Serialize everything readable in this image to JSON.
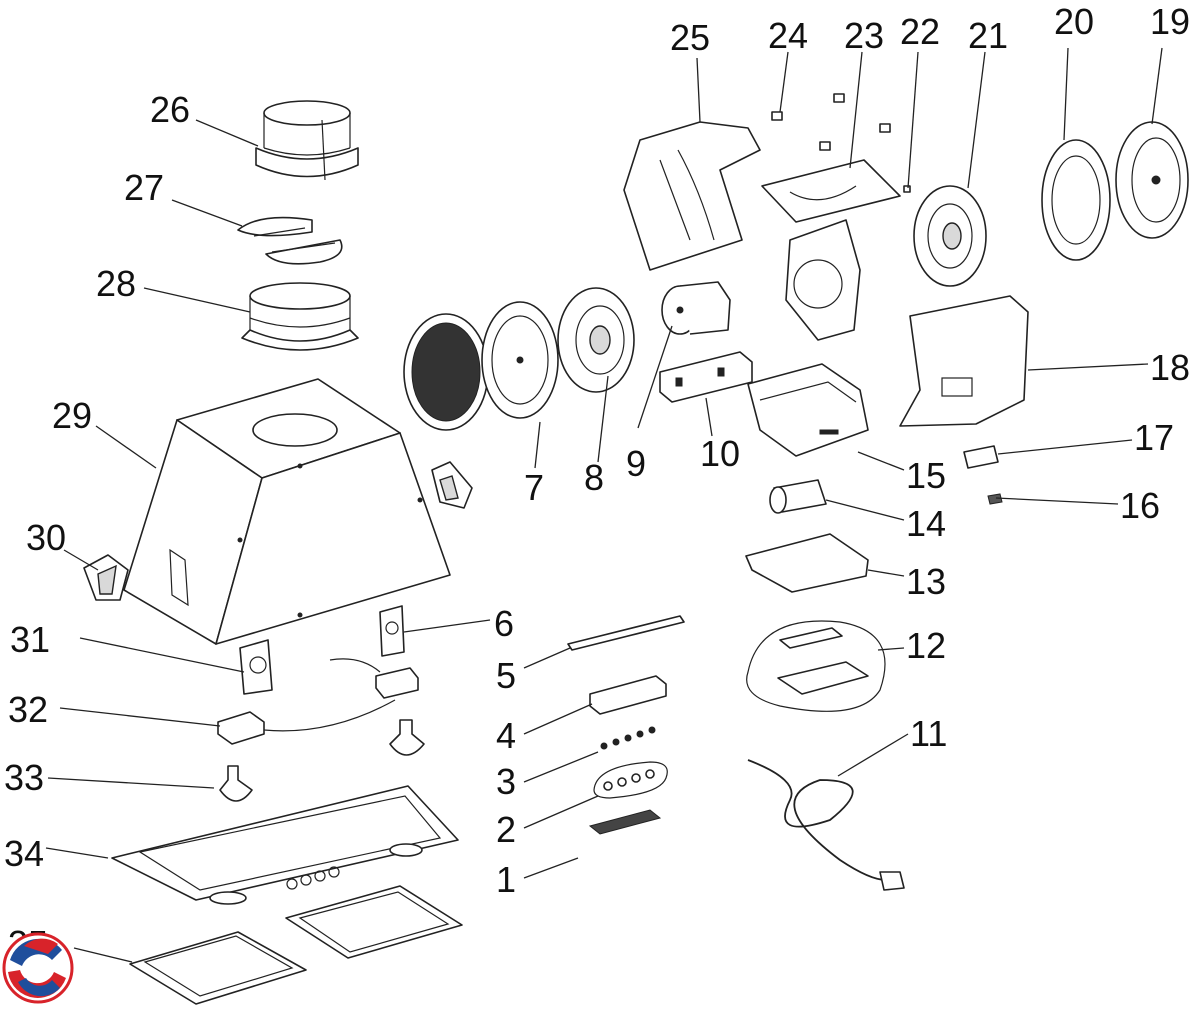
{
  "callouts": [
    {
      "id": "1",
      "text": "1"
    },
    {
      "id": "2",
      "text": "2"
    },
    {
      "id": "3",
      "text": "3"
    },
    {
      "id": "4",
      "text": "4"
    },
    {
      "id": "5",
      "text": "5"
    },
    {
      "id": "6",
      "text": "6"
    },
    {
      "id": "7",
      "text": "7"
    },
    {
      "id": "8",
      "text": "8"
    },
    {
      "id": "9",
      "text": "9"
    },
    {
      "id": "10",
      "text": "10"
    },
    {
      "id": "11",
      "text": "11"
    },
    {
      "id": "12",
      "text": "12"
    },
    {
      "id": "13",
      "text": "13"
    },
    {
      "id": "14",
      "text": "14"
    },
    {
      "id": "15",
      "text": "15"
    },
    {
      "id": "16",
      "text": "16"
    },
    {
      "id": "17",
      "text": "17"
    },
    {
      "id": "18",
      "text": "18"
    },
    {
      "id": "19",
      "text": "19"
    },
    {
      "id": "20",
      "text": "20"
    },
    {
      "id": "21",
      "text": "21"
    },
    {
      "id": "22",
      "text": "22"
    },
    {
      "id": "23",
      "text": "23"
    },
    {
      "id": "24",
      "text": "24"
    },
    {
      "id": "25",
      "text": "25"
    },
    {
      "id": "26",
      "text": "26"
    },
    {
      "id": "27",
      "text": "27"
    },
    {
      "id": "28",
      "text": "28"
    },
    {
      "id": "29",
      "text": "29"
    },
    {
      "id": "30",
      "text": "30"
    },
    {
      "id": "31",
      "text": "31"
    },
    {
      "id": "32",
      "text": "32"
    },
    {
      "id": "33",
      "text": "33"
    },
    {
      "id": "34",
      "text": "34"
    },
    {
      "id": "35",
      "text": "35"
    }
  ],
  "colors": {
    "line": "#222222",
    "logo_red": "#d8232a",
    "logo_blue": "#1f4e9c",
    "background": "#ffffff"
  },
  "logo": {
    "icon": "brand-logo-icon"
  }
}
